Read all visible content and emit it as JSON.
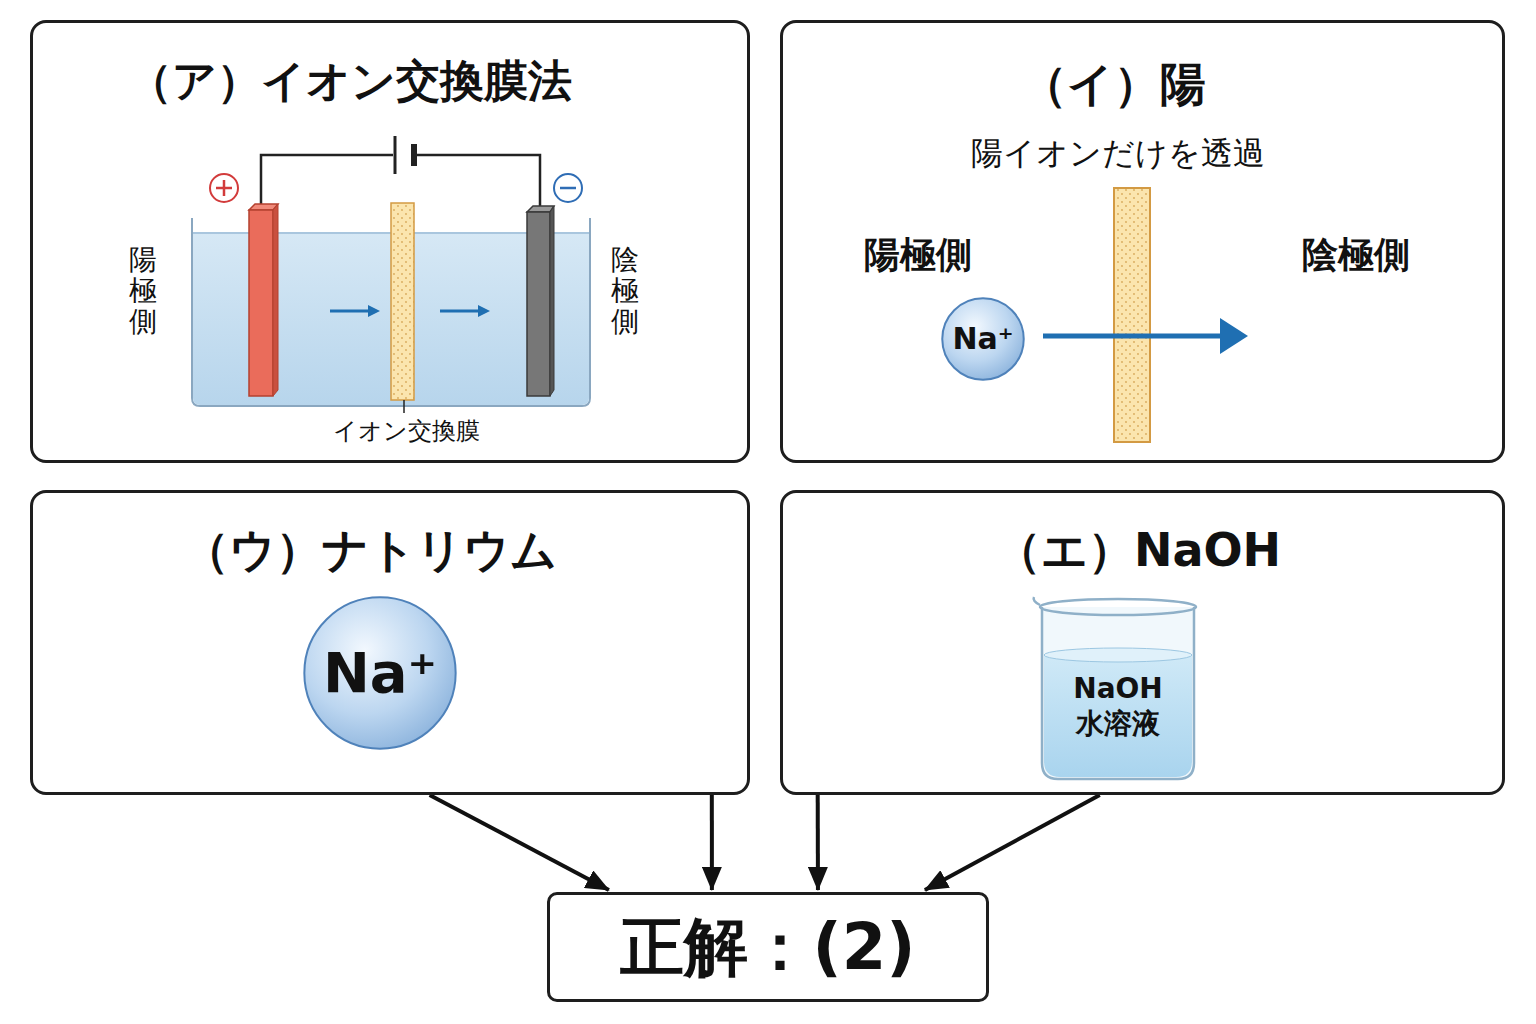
{
  "diagram": {
    "nodes": [
      {
        "text": [
          "（ア）イオン交換膜法"
        ]
      },
      {
        "text": [
          "（イ）陽",
          "陽イオンだけを透過"
        ]
      },
      {
        "text": [
          "Na⁺"
        ],
        "in": 1
      },
      {
        "text": [
          "（ウ）ナトリウム"
        ]
      },
      {
        "text": [
          "Na⁺"
        ],
        "in": 3
      },
      {
        "text": [
          "（エ）NaOH"
        ]
      },
      {
        "text": [
          "NaOH 水溶液"
        ],
        "in": 5
      },
      {
        "text": [
          "正解：(2)"
        ]
      }
    ],
    "edges": [
      {
        "from": 3,
        "to": 7,
        "arrow": "to"
      },
      {
        "from": 3,
        "to": 7,
        "arrow": "to"
      },
      {
        "from": 5,
        "to": 7,
        "arrow": "to"
      },
      {
        "from": 5,
        "to": 7,
        "arrow": "to"
      }
    ],
    "labels": [
      "陽極側",
      "陰極側",
      "イオン交換膜",
      "陽極側",
      "陰極側"
    ]
  }
}
